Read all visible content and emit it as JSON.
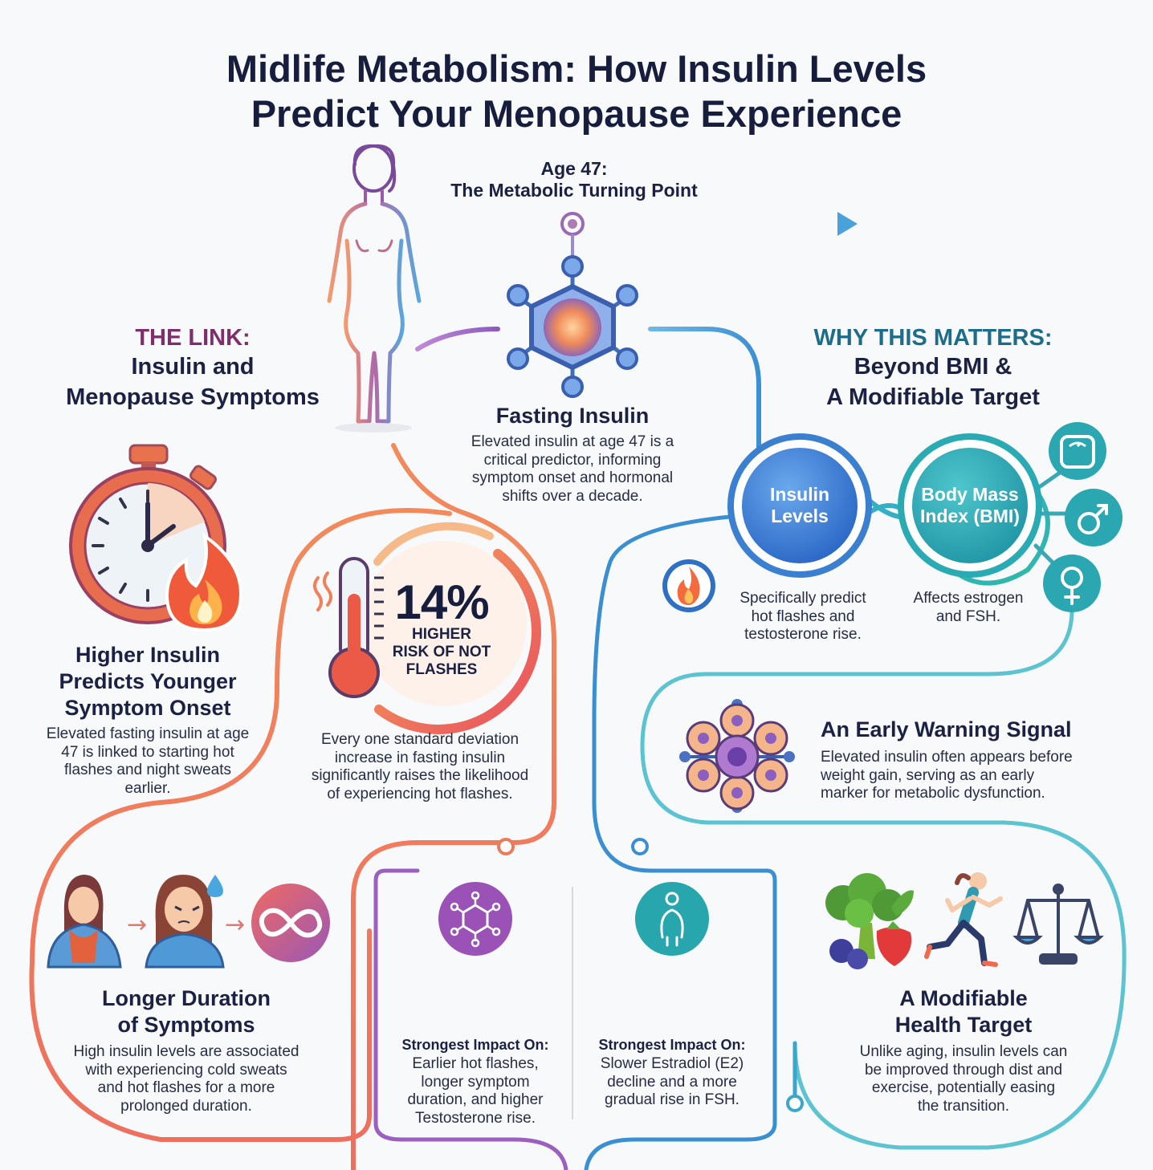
{
  "title": {
    "line1": "Midlife Metabolism: How Insulin Levels",
    "line2": "Predict Your Menopause Experience"
  },
  "age_marker": {
    "line1": "Age 47:",
    "line2": "The Metabolic Turning Point"
  },
  "fasting_insulin": {
    "heading": "Fasting Insulin",
    "body": [
      "Elevated insulin at age 47 is a",
      "critical predictor, informing",
      "symptom onset and hormonal",
      "shifts over a decade."
    ]
  },
  "the_link": {
    "kicker": "THE LINK:",
    "line1": "Insulin and",
    "line2": "Menopause Symptoms"
  },
  "why_matters": {
    "kicker": "WHY THIS MATTERS:",
    "line1": "Beyond BMI &",
    "line2": "A Modifiable Target"
  },
  "younger_onset": {
    "heading": [
      "Higher Insulin",
      "Predicts Younger",
      "Symptom Onset"
    ],
    "body": [
      "Elevated fasting insulin at age",
      "47 is linked to starting hot",
      "flashes and night sweats",
      "earlier."
    ]
  },
  "stat": {
    "value": "14%",
    "label": [
      "HIGHER",
      "RISK OF NOT",
      "FLASHES"
    ],
    "body": [
      "Every one standard deviation",
      "increase in fasting insulin",
      "significantly raises the likelihood",
      "of experiencing hot flashes."
    ]
  },
  "insulin_circle": {
    "label": [
      "Insulin",
      "Levels"
    ],
    "body": [
      "Specifically predict",
      "hot flashes and",
      "testosterone rise."
    ]
  },
  "bmi_circle": {
    "label": [
      "Body Mass",
      "Index (BMI)"
    ],
    "body": [
      "Affects estrogen",
      "and FSH."
    ]
  },
  "early_warning": {
    "heading": "An Early Warning Signal",
    "body": [
      "Elevated insulin often appears before",
      "weight gain, serving as an early",
      "marker for metabolic dysfunction."
    ]
  },
  "longer_duration": {
    "heading": [
      "Longer Duration",
      "of Symptoms"
    ],
    "body": [
      "High insulin levels are associated",
      "with experiencing cold sweats",
      "and hot flashes for a more",
      "prolonged duration."
    ]
  },
  "impact_insulin": {
    "heading": "Strongest Impact On:",
    "body": [
      "Earlier hot flashes,",
      "longer symptom",
      "duration, and higher",
      "Testosterone rise."
    ]
  },
  "impact_bmi": {
    "heading": "Strongest Impact On:",
    "body": [
      "Slower Estradiol (E2)",
      "decline and a more",
      "gradual rise in FSH."
    ]
  },
  "modifiable": {
    "heading": [
      "A Modifiable",
      "Health Target"
    ],
    "body": [
      "Unlike aging, insulin levels can",
      "be improved through dist and",
      "exercise, potentially easing",
      "the transition."
    ]
  },
  "colors": {
    "navy": "#161d3d",
    "purple": "#7d2f6b",
    "teal": "#1d6d8a",
    "coral": "#f07a55",
    "blue": "#3f8fd6",
    "cyan": "#37b6bf"
  },
  "icons": [
    "woman-figure-icon",
    "insulin-molecule-icon",
    "stopwatch-icon",
    "flame-icon",
    "thermometer-icon",
    "scale-icon",
    "male-symbol-icon",
    "female-symbol-icon",
    "cell-icon",
    "woman-blanket-icon",
    "woman-sweating-icon",
    "infinity-icon",
    "molecule-badge-icon",
    "body-badge-icon",
    "vegetables-icon",
    "runner-icon",
    "balance-scale-icon"
  ]
}
